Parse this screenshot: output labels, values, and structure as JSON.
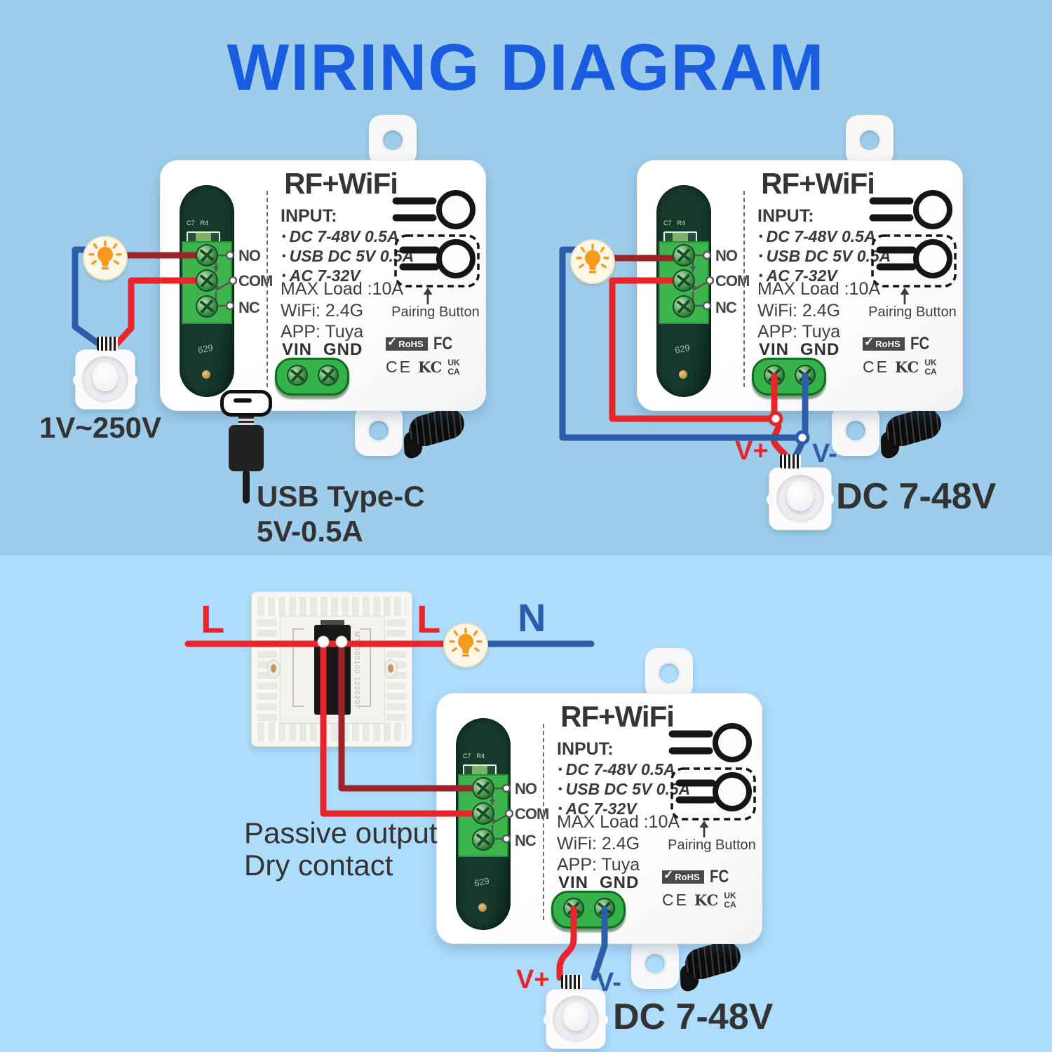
{
  "title": "WIRING DIAGRAM",
  "devices": [
    {
      "title": "RF+WiFi",
      "input_heading": "INPUT:",
      "input_items": [
        "DC 7-48V 0.5A",
        "USB DC 5V 0.5A",
        "AC 7-32V"
      ],
      "max_load": "MAX Load :10A",
      "wifi": "WiFi: 2.4G",
      "app": "APP: Tuya",
      "vin": "VIN",
      "gnd": "GND",
      "pairing_label": "Pairing Button",
      "relay_no": "NO",
      "relay_com": "COM",
      "relay_nc": "NC",
      "cert_rohs": "RoHS",
      "cert_fcc": "FC",
      "cert_ce": "CE",
      "cert_kc": "KC",
      "cert_uk": "UK",
      "cert_ca": "CA",
      "pcb_c7": "C7",
      "pcb_r4": "R4",
      "pcb_code": "629"
    },
    {
      "title": "RF+WiFi",
      "input_heading": "INPUT:",
      "input_items": [
        "DC 7-48V 0.5A",
        "USB DC 5V 0.5A",
        "AC 7-32V"
      ],
      "max_load": "MAX Load :10A",
      "wifi": "WiFi: 2.4G",
      "app": "APP: Tuya",
      "vin": "VIN",
      "gnd": "GND",
      "pairing_label": "Pairing Button",
      "relay_no": "NO",
      "relay_com": "COM",
      "relay_nc": "NC",
      "cert_rohs": "RoHS",
      "cert_fcc": "FC",
      "cert_ce": "CE",
      "cert_kc": "KC",
      "cert_uk": "UK",
      "cert_ca": "CA",
      "pcb_c7": "C7",
      "pcb_r4": "R4",
      "pcb_code": "629"
    },
    {
      "title": "RF+WiFi",
      "input_heading": "INPUT:",
      "input_items": [
        "DC 7-48V 0.5A",
        "USB DC 5V 0.5A",
        "AC 7-32V"
      ],
      "max_load": "MAX Load :10A",
      "wifi": "WiFi: 2.4G",
      "app": "APP: Tuya",
      "vin": "VIN",
      "gnd": "GND",
      "pairing_label": "Pairing Button",
      "relay_no": "NO",
      "relay_com": "COM",
      "relay_nc": "NC",
      "cert_rohs": "RoHS",
      "cert_fcc": "FC",
      "cert_ce": "CE",
      "cert_kc": "KC",
      "cert_uk": "UK",
      "cert_ca": "CA",
      "pcb_c7": "C7",
      "pcb_r4": "R4",
      "pcb_code": "629"
    }
  ],
  "annotations": {
    "ac_socket_label": "1V~250V",
    "usb_label_line1": "USB Type-C",
    "usb_label_line2": "5V-0.5A",
    "dc_socket_label_right": "DC 7-48V",
    "dc_socket_label_bottom": "DC 7-48V",
    "v_plus": "V+",
    "v_minus": "V-",
    "line_l_left": "L",
    "line_l_mid": "L",
    "line_n": "N",
    "passive_line1": "Passive output",
    "passive_line2": "Dry contact",
    "switch_code": "MT-D00100 120620F"
  },
  "colors": {
    "title_blue": "#1a5ce0",
    "wire_red": "#e8252a",
    "wire_dark_red": "#9b2428",
    "wire_blue": "#2d5da9",
    "pcb_dark_green": "#17392c",
    "terminal_green": "#3cb54d",
    "bg_top": "#9dcdea",
    "bg_bottom": "#aeddfc",
    "lamp_orange": "#f59a1d"
  }
}
